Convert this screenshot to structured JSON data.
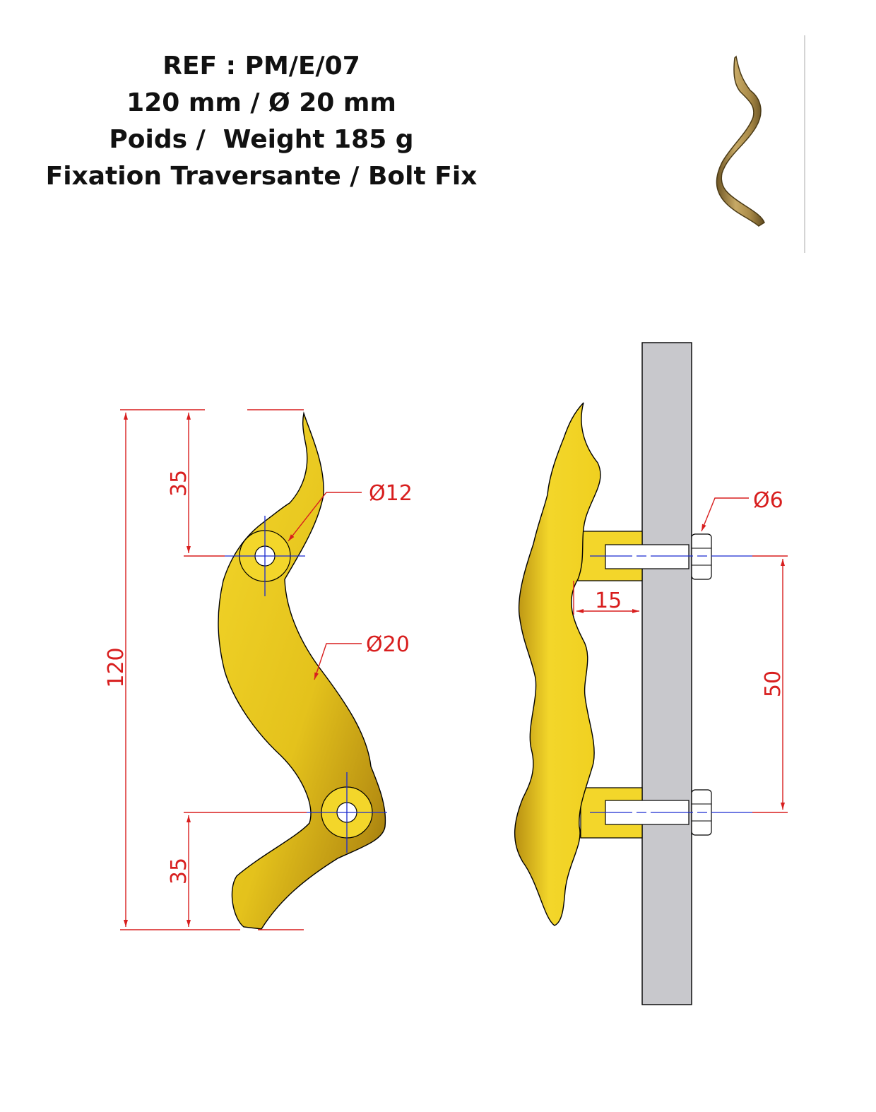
{
  "header": {
    "ref": "REF : PM/E/07",
    "size": "120 mm / Ø 20 mm",
    "weight": "Poids /  Weight 185 g",
    "fixation": "Fixation Traversante / Bolt Fix"
  },
  "dimensions": {
    "overall_length": "120",
    "top_offset": "35",
    "bottom_offset": "35",
    "hole_diameter": "Ø12",
    "body_diameter": "Ø20",
    "bolt_diameter": "Ø6",
    "standoff": "15",
    "bolt_spacing": "50"
  },
  "colors": {
    "handle_gold": "#f0d020",
    "handle_shadow": "#a88410",
    "door_panel": "#c8c8cc",
    "dimension_red": "#d81e1e",
    "centerline_blue": "#1a2ad0",
    "photo_bronze": "#a98a48"
  }
}
